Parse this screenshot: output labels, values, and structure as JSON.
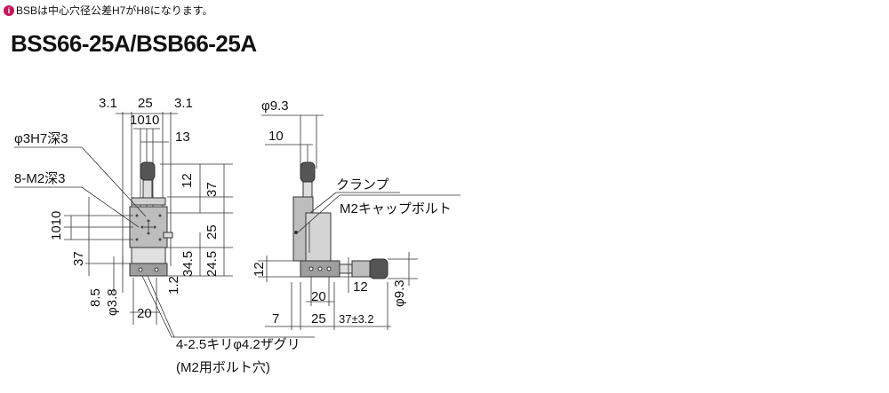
{
  "note": {
    "text": "BSBは中心穴径公差H7がH8になります。",
    "icon": "info-dot-icon",
    "icon_color": "#c2185b"
  },
  "title": "BSS66-25A/BSB66-25A",
  "front": {
    "top_dims": [
      "3.1",
      "25",
      "3.1"
    ],
    "d1010": "1010",
    "d13": "13",
    "hole_label": "φ3H7深3",
    "tap_label": "8-M2深3",
    "d12": "12",
    "d37": "37",
    "d25": "25",
    "d345": "34.5",
    "d245": "24.5",
    "left_1010": "1010",
    "left_37": "37",
    "d85": "8.5",
    "d38": "φ3.8",
    "d12b": "1.2",
    "d20": "20",
    "bottom_label1": "4-2.5キリφ4.2ザグリ",
    "bottom_label2": "(M2用ボルト穴)"
  },
  "side": {
    "d93": "φ9.3",
    "d10": "10",
    "clamp": "クランプ",
    "bolt": "M2キャップボルト",
    "d12": "12",
    "d12r": "12",
    "d20": "20",
    "d93r": "φ9.3",
    "d7": "7",
    "d25": "25",
    "d37": "37±3.2"
  }
}
